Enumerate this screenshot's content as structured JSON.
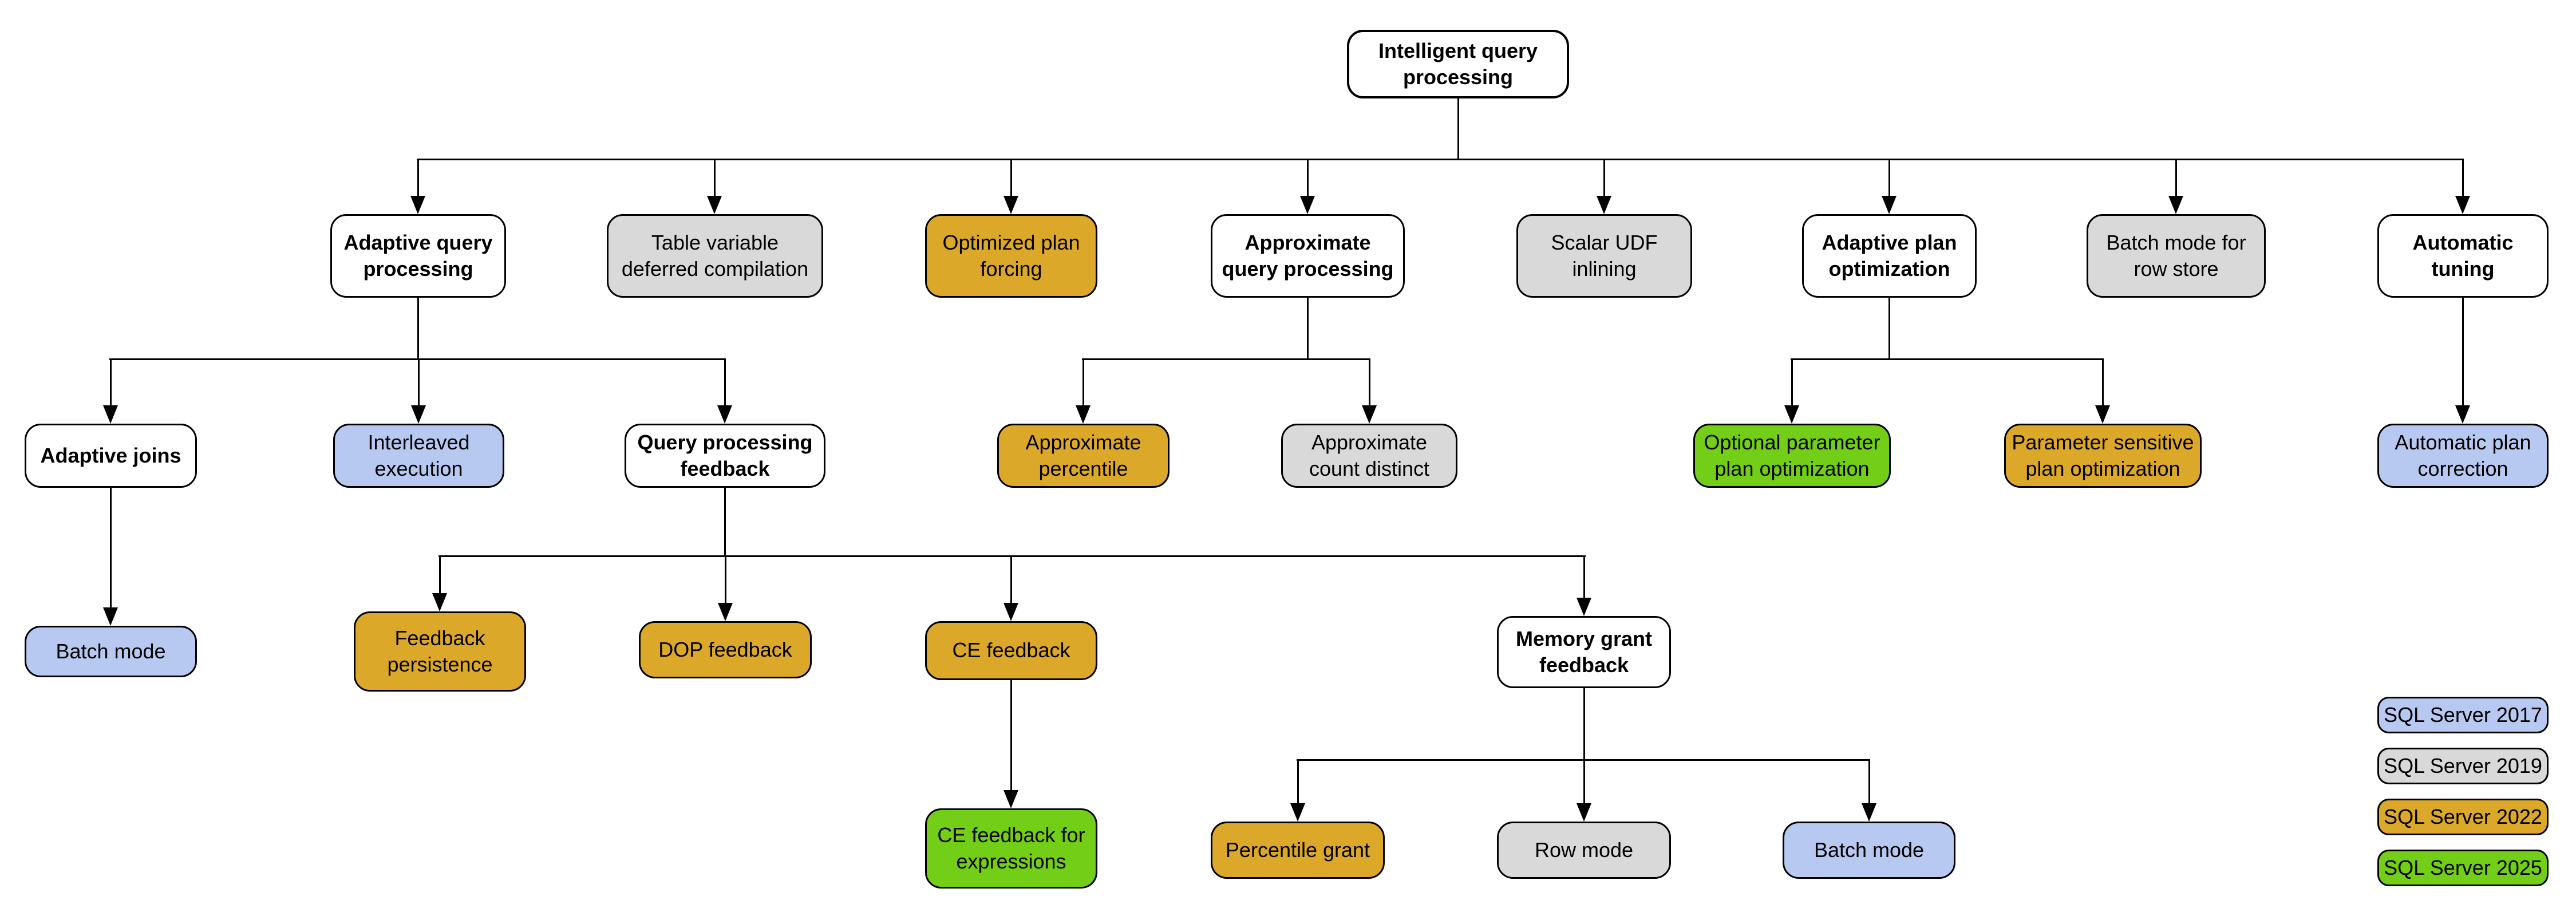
{
  "diagram": {
    "type": "tree",
    "nodes": [
      {
        "id": "intelligent-query-processing",
        "label": "Intelligent query processing",
        "version": "category",
        "parent": null
      },
      {
        "id": "adaptive-query-processing",
        "label": "Adaptive query processing",
        "version": "category",
        "parent": "intelligent-query-processing"
      },
      {
        "id": "table-variable-deferred-compilation",
        "label": "Table variable deferred compilation",
        "version": "2019",
        "parent": "intelligent-query-processing"
      },
      {
        "id": "optimized-plan-forcing",
        "label": "Optimized plan forcing",
        "version": "2022",
        "parent": "intelligent-query-processing"
      },
      {
        "id": "approximate-query-processing",
        "label": "Approximate query processing",
        "version": "category",
        "parent": "intelligent-query-processing"
      },
      {
        "id": "scalar-udf-inlining",
        "label": "Scalar UDF inlining",
        "version": "2019",
        "parent": "intelligent-query-processing"
      },
      {
        "id": "adaptive-plan-optimization",
        "label": "Adaptive plan optimization",
        "version": "category",
        "parent": "intelligent-query-processing"
      },
      {
        "id": "batch-mode-for-row-store",
        "label": "Batch mode for row store",
        "version": "2019",
        "parent": "intelligent-query-processing"
      },
      {
        "id": "automatic-tuning",
        "label": "Automatic tuning",
        "version": "category",
        "parent": "intelligent-query-processing"
      },
      {
        "id": "adaptive-joins",
        "label": "Adaptive joins",
        "version": "category",
        "parent": "adaptive-query-processing"
      },
      {
        "id": "interleaved-execution",
        "label": "Interleaved execution",
        "version": "2017",
        "parent": "adaptive-query-processing"
      },
      {
        "id": "query-processing-feedback",
        "label": "Query processing feedback",
        "version": "category",
        "parent": "adaptive-query-processing"
      },
      {
        "id": "approximate-percentile",
        "label": "Approximate percentile",
        "version": "2022",
        "parent": "approximate-query-processing"
      },
      {
        "id": "approximate-count-distinct",
        "label": "Approximate count distinct",
        "version": "2019",
        "parent": "approximate-query-processing"
      },
      {
        "id": "optional-parameter-plan-optimization",
        "label": "Optional parameter plan optimization",
        "version": "2025",
        "parent": "adaptive-plan-optimization"
      },
      {
        "id": "parameter-sensitive-plan-optimization",
        "label": "Parameter sensitive plan optimization",
        "version": "2022",
        "parent": "adaptive-plan-optimization"
      },
      {
        "id": "automatic-plan-correction",
        "label": "Automatic plan correction",
        "version": "2017",
        "parent": "automatic-tuning"
      },
      {
        "id": "batch-mode-adaptive-joins",
        "label": "Batch mode",
        "version": "2017",
        "parent": "adaptive-joins"
      },
      {
        "id": "feedback-persistence",
        "label": "Feedback persistence",
        "version": "2022",
        "parent": "query-processing-feedback"
      },
      {
        "id": "dop-feedback",
        "label": "DOP feedback",
        "version": "2022",
        "parent": "query-processing-feedback"
      },
      {
        "id": "ce-feedback",
        "label": "CE feedback",
        "version": "2022",
        "parent": "query-processing-feedback"
      },
      {
        "id": "memory-grant-feedback",
        "label": "Memory grant feedback",
        "version": "category",
        "parent": "query-processing-feedback"
      },
      {
        "id": "ce-feedback-for-expressions",
        "label": "CE feedback for expressions",
        "version": "2025",
        "parent": "ce-feedback"
      },
      {
        "id": "percentile-grant",
        "label": "Percentile grant",
        "version": "2022",
        "parent": "memory-grant-feedback"
      },
      {
        "id": "row-mode",
        "label": "Row mode",
        "version": "2019",
        "parent": "memory-grant-feedback"
      },
      {
        "id": "batch-mode-memory-grant",
        "label": "Batch mode",
        "version": "2017",
        "parent": "memory-grant-feedback"
      }
    ],
    "legend": [
      {
        "label": "SQL Server 2017",
        "version": "2017"
      },
      {
        "label": "SQL Server 2019",
        "version": "2019"
      },
      {
        "label": "SQL Server 2022",
        "version": "2022"
      },
      {
        "label": "SQL Server 2025",
        "version": "2025"
      }
    ],
    "colors": {
      "category": "#FFFFFF",
      "2017": "#B7C9F0",
      "2019": "#D9D9D9",
      "2022": "#DCA829",
      "2025": "#72CE17"
    }
  }
}
